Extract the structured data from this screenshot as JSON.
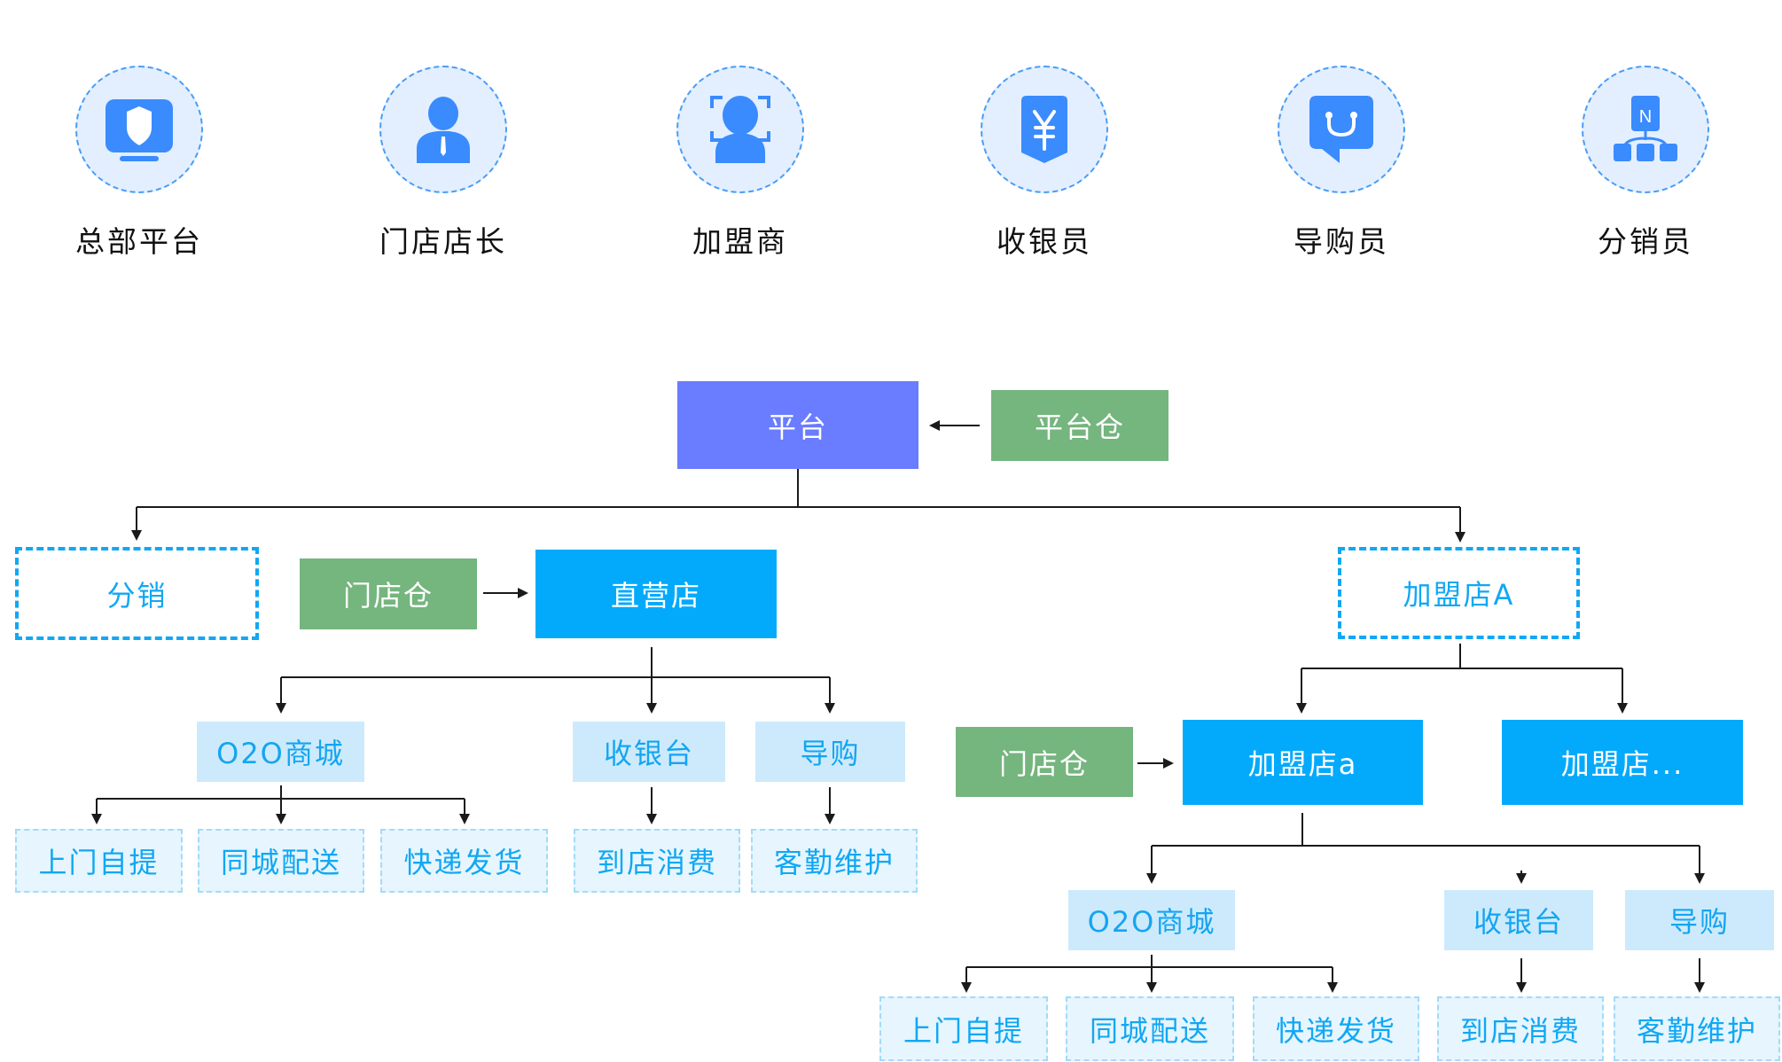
{
  "roles": [
    {
      "label": "总部平台",
      "icon": "monitor-shield-icon"
    },
    {
      "label": "门店店长",
      "icon": "manager-person-icon"
    },
    {
      "label": "加盟商",
      "icon": "face-scan-person-icon"
    },
    {
      "label": "收银员",
      "icon": "yuan-tag-icon"
    },
    {
      "label": "导购员",
      "icon": "shopping-chat-icon"
    },
    {
      "label": "分销员",
      "icon": "distribution-tree-icon"
    }
  ],
  "colors": {
    "icon": "#3a8bfd",
    "circle_fill": "#e3efff",
    "circle_border": "#4a9cf5",
    "platform": "#6a7cff",
    "warehouse": "#75b57e",
    "store": "#03aafc",
    "channel": "#cdeafc",
    "leaf": "#e6f5fe",
    "connector": "#1a1a1a"
  },
  "tree": {
    "platform": "平台",
    "platform_warehouse": "平台仓",
    "distribution": "分销",
    "direct_store": {
      "label": "直营店",
      "warehouse": "门店仓",
      "channels": [
        {
          "label": "O2O商城",
          "children": [
            "上门自提",
            "同城配送",
            "快递发货"
          ]
        },
        {
          "label": "收银台",
          "children": [
            "到店消费"
          ]
        },
        {
          "label": "导购",
          "children": [
            "客勤维护"
          ]
        }
      ]
    },
    "franchise_group": {
      "label": "加盟店A",
      "stores": [
        {
          "label": "加盟店a",
          "warehouse": "门店仓",
          "channels": [
            {
              "label": "O2O商城",
              "children": [
                "上门自提",
                "同城配送",
                "快递发货"
              ]
            },
            {
              "label": "收银台",
              "children": [
                "到店消费"
              ]
            },
            {
              "label": "导购",
              "children": [
                "客勤维护"
              ]
            }
          ]
        },
        {
          "label": "加盟店..."
        }
      ]
    }
  }
}
